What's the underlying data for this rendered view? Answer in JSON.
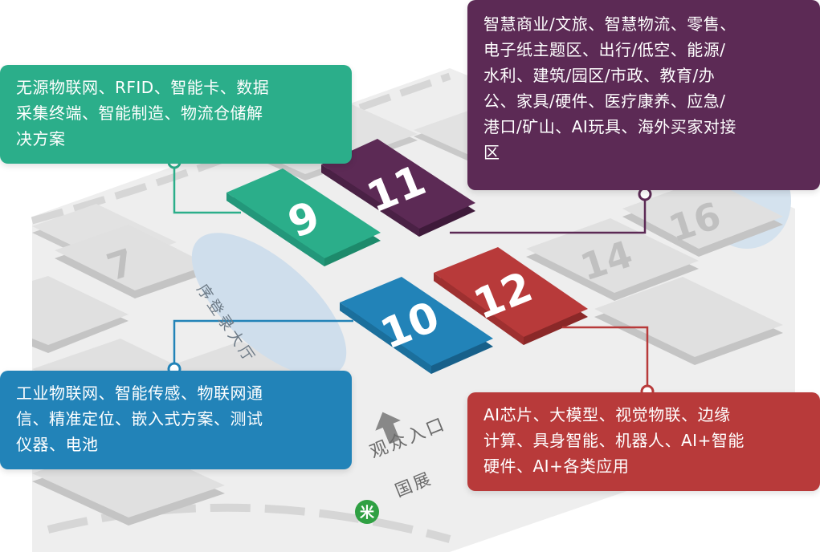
{
  "colors": {
    "green": "#2bae8a",
    "purple": "#5c2a55",
    "blue": "#2283b8",
    "red": "#b83a3a",
    "gray_booth": "#dadada",
    "hall_ellipse": "#cfdeec",
    "metro_green": "#2fa043"
  },
  "booths": {
    "b9": "9",
    "b10": "10",
    "b11": "11",
    "b12": "12",
    "b7": "7",
    "b14": "14",
    "b16": "16"
  },
  "hall_label": "序登录大厅",
  "entrance_label": "观众入口",
  "guozhan_label": "国展",
  "callouts": {
    "hall9": {
      "line1": "无源物联网、RFID、智能卡、数据",
      "line2": "采集终端、智能制造、物流仓储解",
      "line3": "决方案"
    },
    "hall11": {
      "line1": "智慧商业/文旅、智慧物流、零售、",
      "line2": "电子纸主题区、出行/低空、能源/",
      "line3": "水利、建筑/园区/市政、教育/办",
      "line4": "公、家具/硬件、医疗康养、应急/",
      "line5": "港口/矿山、AI玩具、海外买家对接",
      "line6": "区"
    },
    "hall10": {
      "line1": "工业物联网、智能传感、物联网通",
      "line2": "信、精准定位、嵌入式方案、测试",
      "line3": "仪器、电池"
    },
    "hall12": {
      "line1": "AI芯片、大模型、视觉物联、边缘",
      "line2": "计算、具身智能、机器人、AI+智能",
      "line3": "硬件、AI+各类应用"
    }
  }
}
